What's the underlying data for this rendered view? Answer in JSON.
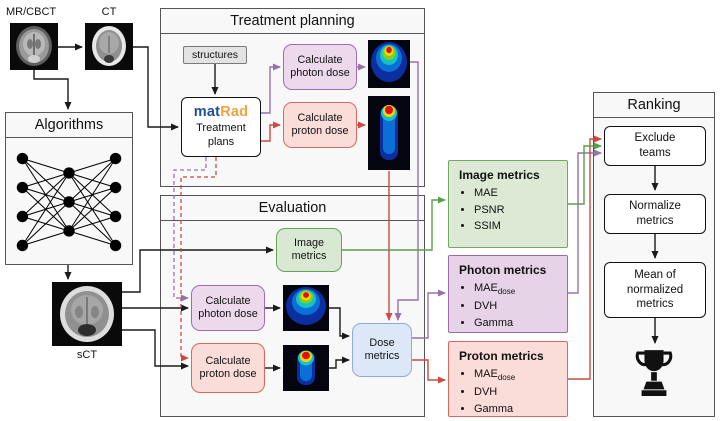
{
  "labels": {
    "mr": "MR/CBCT",
    "ct": "CT",
    "sct": "sCT"
  },
  "algorithms": {
    "title": "Algorithms"
  },
  "treatment_planning": {
    "title": "Treatment planning",
    "structures": "structures",
    "matrad_mat": "mat",
    "matrad_rad": "Rad",
    "treatment_plans": "Treatment plans",
    "calc_photon": "Calculate photon dose",
    "calc_proton": "Calculate proton dose"
  },
  "evaluation": {
    "title": "Evaluation",
    "image_metrics": "Image metrics",
    "calc_photon": "Calculate photon dose",
    "calc_proton": "Calculate proton dose",
    "dose_metrics": "Dose metrics"
  },
  "panels": {
    "image": {
      "title": "Image metrics",
      "items": [
        "MAE",
        "PSNR",
        "SSIM"
      ]
    },
    "photon": {
      "title": "Photon metrics",
      "item0": "MAE",
      "item0_sub": "dose",
      "item1": "DVH",
      "item2": "Gamma"
    },
    "proton": {
      "title": "Proton metrics",
      "item0": "MAE",
      "item0_sub": "dose",
      "item1": "DVH",
      "item2": "Gamma"
    }
  },
  "ranking": {
    "title": "Ranking",
    "step1": "Exclude teams",
    "step2": "Normalize metrics",
    "step3": "Mean of normalized metrics",
    "trophy_icon": "trophy"
  },
  "colors": {
    "photon_accent": "#9673a6",
    "proton_accent": "#cc4a3f",
    "image_accent": "#5a9e4b",
    "dose_metrics_border": "#8faadc",
    "container_border": "#555555"
  }
}
